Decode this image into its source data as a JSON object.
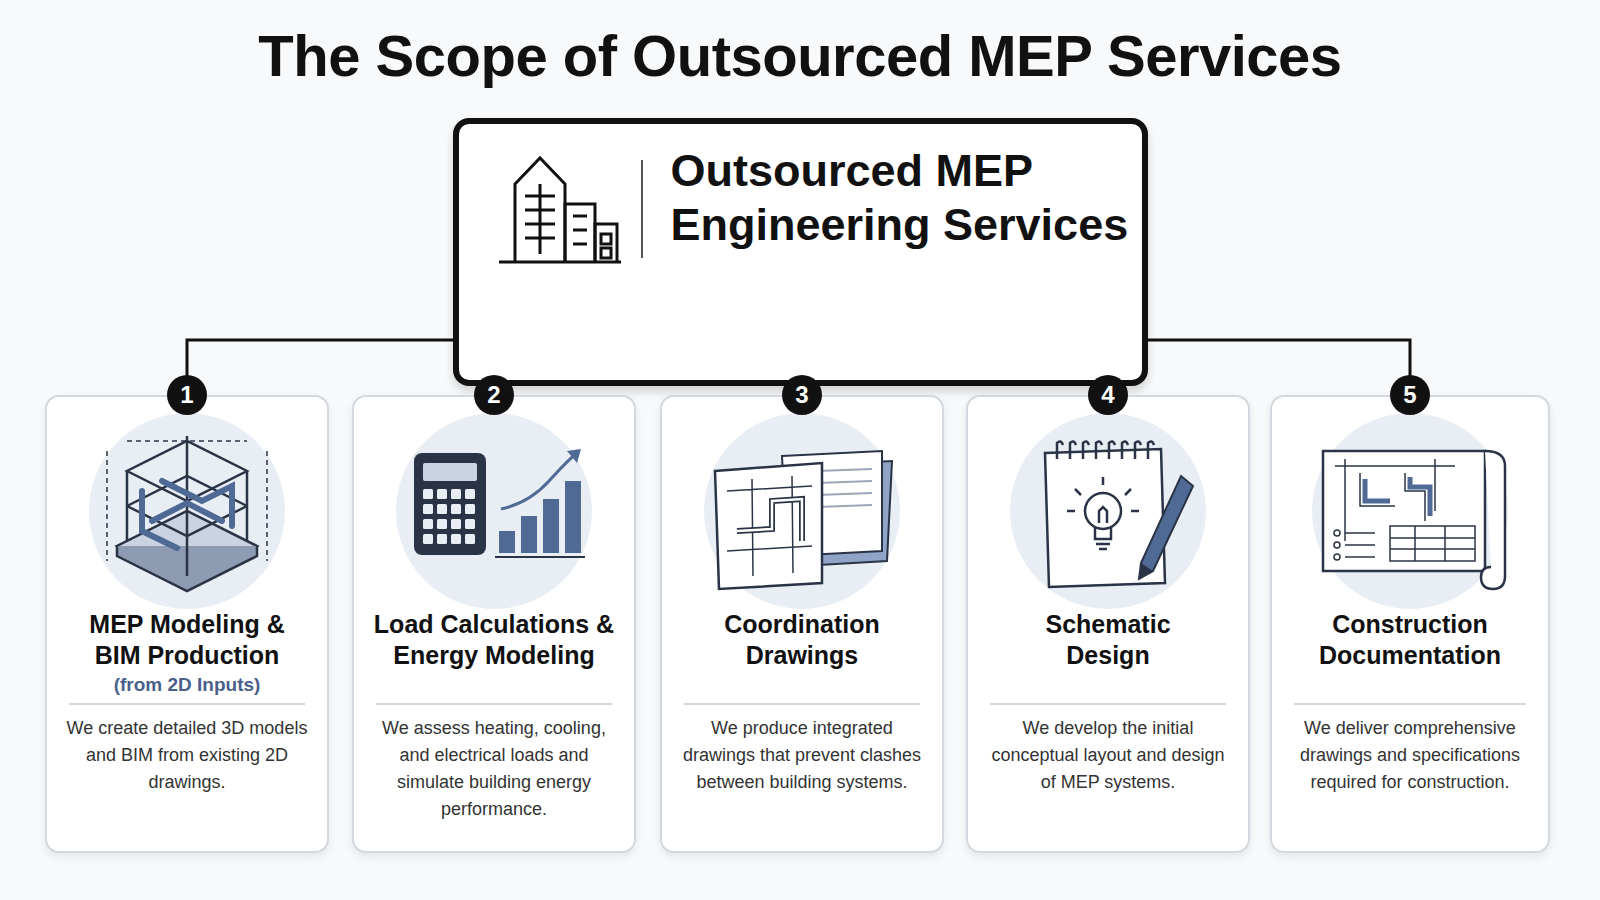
{
  "diagram": {
    "title": "The Scope of Outsourced MEP Services",
    "nodes": [
      {
        "text": [
          "Outsourced MEP Engineering Services"
        ]
      },
      {
        "text": [
          "MEP Modeling & BIM Production",
          "(from 2D Inputs)",
          "We create detailed 3D models and BIM from existing 2D drawings."
        ]
      },
      {
        "text": [
          "Load Calculations & Energy Modeling",
          "We assess heating, cooling, and electrical loads and simulate building energy performance."
        ]
      },
      {
        "text": [
          "Coordination Drawings",
          "We produce integrated drawings that prevent clashes between building systems."
        ]
      },
      {
        "text": [
          "Schematic Design",
          "We develop the initial conceptual layout and design of MEP systems."
        ]
      },
      {
        "text": [
          "Construction Documentation",
          "We deliver comprehensive drawings and specifications required for construction."
        ]
      }
    ],
    "edges": [
      {
        "from": 0,
        "to": 1,
        "arrow": "none"
      },
      {
        "from": 0,
        "to": 2,
        "arrow": "none"
      },
      {
        "from": 0,
        "to": 3,
        "arrow": "none"
      },
      {
        "from": 0,
        "to": 4,
        "arrow": "none"
      },
      {
        "from": 0,
        "to": 5,
        "arrow": "none"
      }
    ],
    "labels": [
      "1",
      "2",
      "3",
      "4",
      "5"
    ]
  }
}
